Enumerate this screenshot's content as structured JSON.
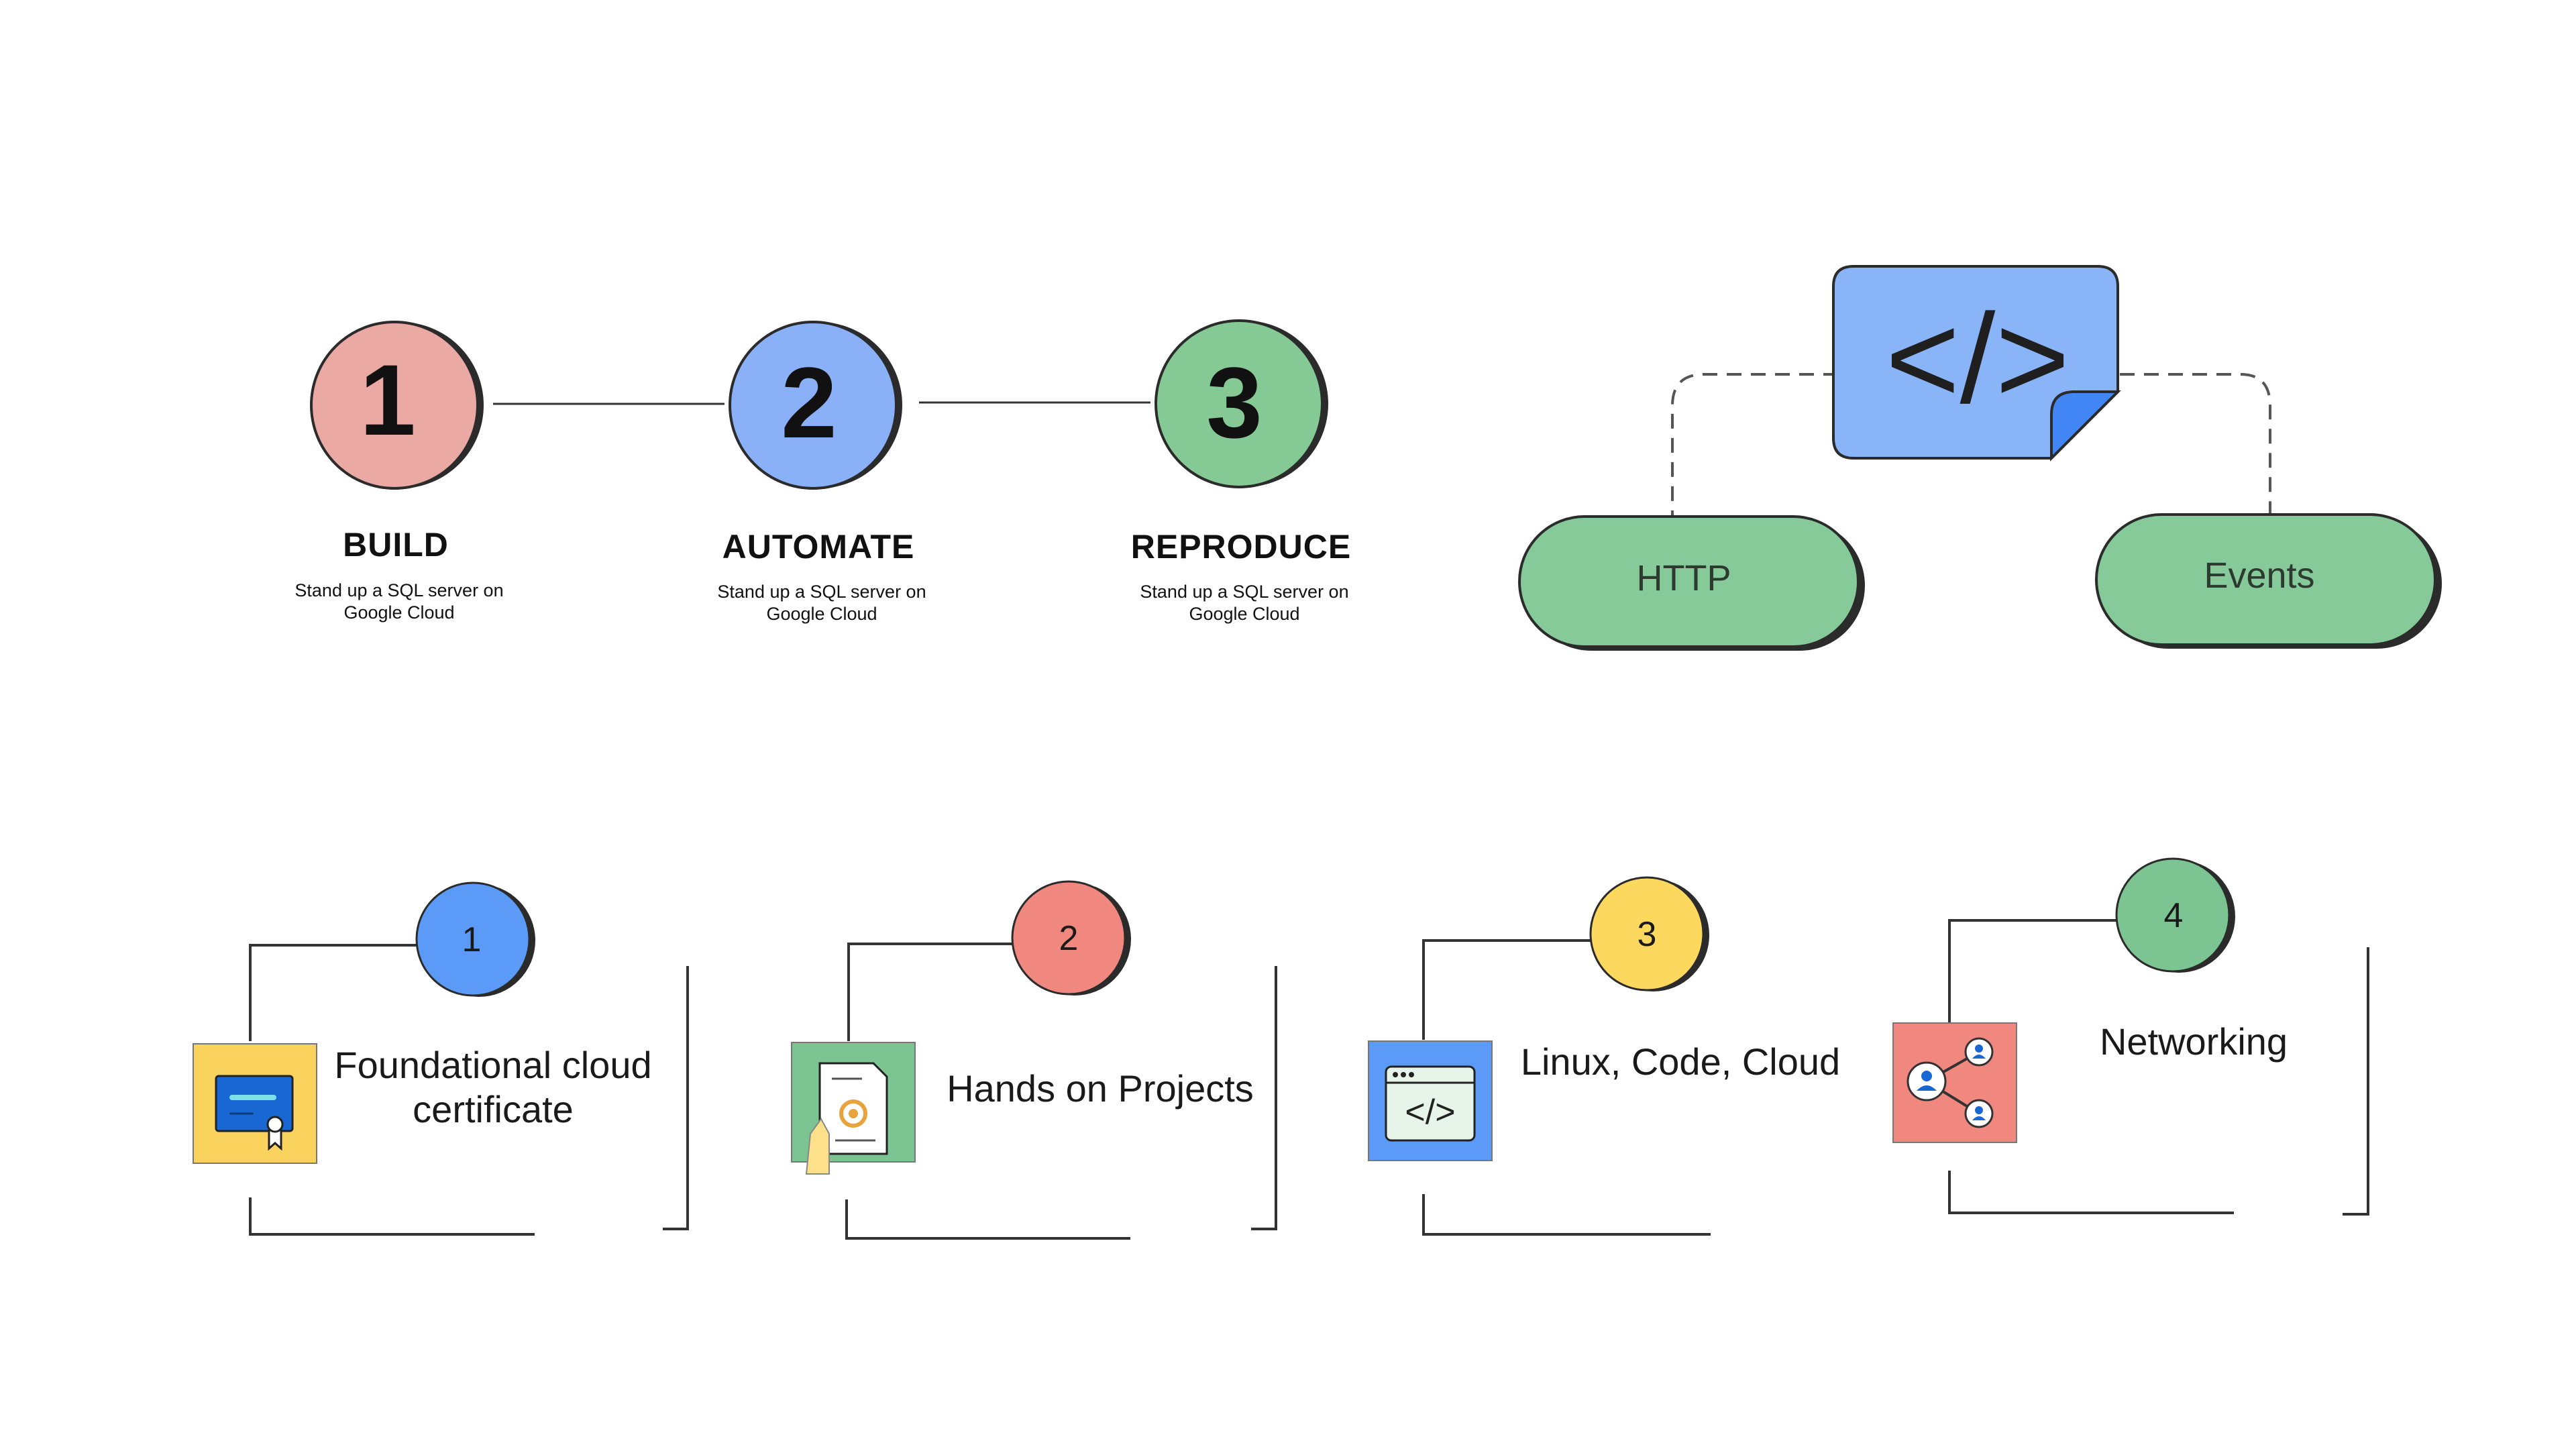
{
  "steps": [
    {
      "number": "1",
      "title": "BUILD",
      "subtitle_line1": "Stand up a SQL server on",
      "subtitle_line2": "Google Cloud",
      "color": "#EBA9A3"
    },
    {
      "number": "2",
      "title": "AUTOMATE",
      "subtitle_line1": "Stand up a SQL server on",
      "subtitle_line2": "Google Cloud",
      "color": "#8AB1F7"
    },
    {
      "number": "3",
      "title": "REPRODUCE",
      "subtitle_line1": "Stand up a SQL server on",
      "subtitle_line2": "Google Cloud",
      "color": "#85C994"
    }
  ],
  "code_node": {
    "symbol": "</>",
    "color": "#8AB4F8",
    "fold_color": "#4285F4"
  },
  "triggers": [
    {
      "label": "HTTP",
      "color": "#85CA98"
    },
    {
      "label": "Events",
      "color": "#85CA98"
    }
  ],
  "cards": [
    {
      "number": "1",
      "line1": "Foundational cloud",
      "line2": "certificate",
      "badge_color": "#5B9BF7",
      "icon": "certificate-icon",
      "icon_bg": "#F9D35E"
    },
    {
      "number": "2",
      "line1": "Hands on Projects",
      "line2": "",
      "badge_color": "#F08880",
      "icon": "project-document-icon",
      "icon_bg": "#7CC593"
    },
    {
      "number": "3",
      "line1": "Linux, Code, Cloud",
      "line2": "",
      "badge_color": "#FCD85F",
      "icon": "code-window-icon",
      "icon_bg": "#5B9BF7"
    },
    {
      "number": "4",
      "line1": "Networking",
      "line2": "",
      "badge_color": "#7CC593",
      "icon": "network-icon",
      "icon_bg": "#F08880"
    }
  ]
}
